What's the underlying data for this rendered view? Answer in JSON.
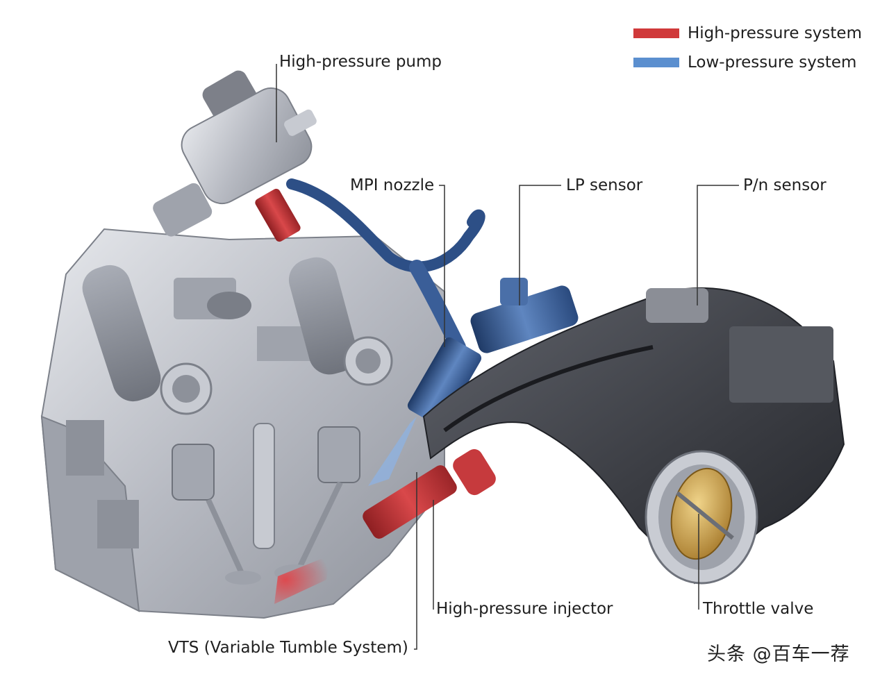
{
  "legend": {
    "items": [
      {
        "label": "High-pressure system",
        "color": "#d0393a"
      },
      {
        "label": "Low-pressure system",
        "color": "#5b8fcf"
      }
    ]
  },
  "labels": {
    "high_pressure_pump": "High-pressure pump",
    "mpi_nozzle": "MPI nozzle",
    "lp_sensor": "LP sensor",
    "pn_sensor": "P/n sensor",
    "high_pressure_injector": "High-pressure injector",
    "throttle_valve": "Throttle valve",
    "vts": "VTS (Variable Tumble System)"
  },
  "watermark": "头条 @百车一荐",
  "colors": {
    "high_pressure": "#c8383a",
    "low_pressure": "#2d4f86",
    "engine_metal": "#b9bcc4",
    "intake_plastic": "#3a3c42",
    "throttle_disc": "#c9a24a"
  }
}
